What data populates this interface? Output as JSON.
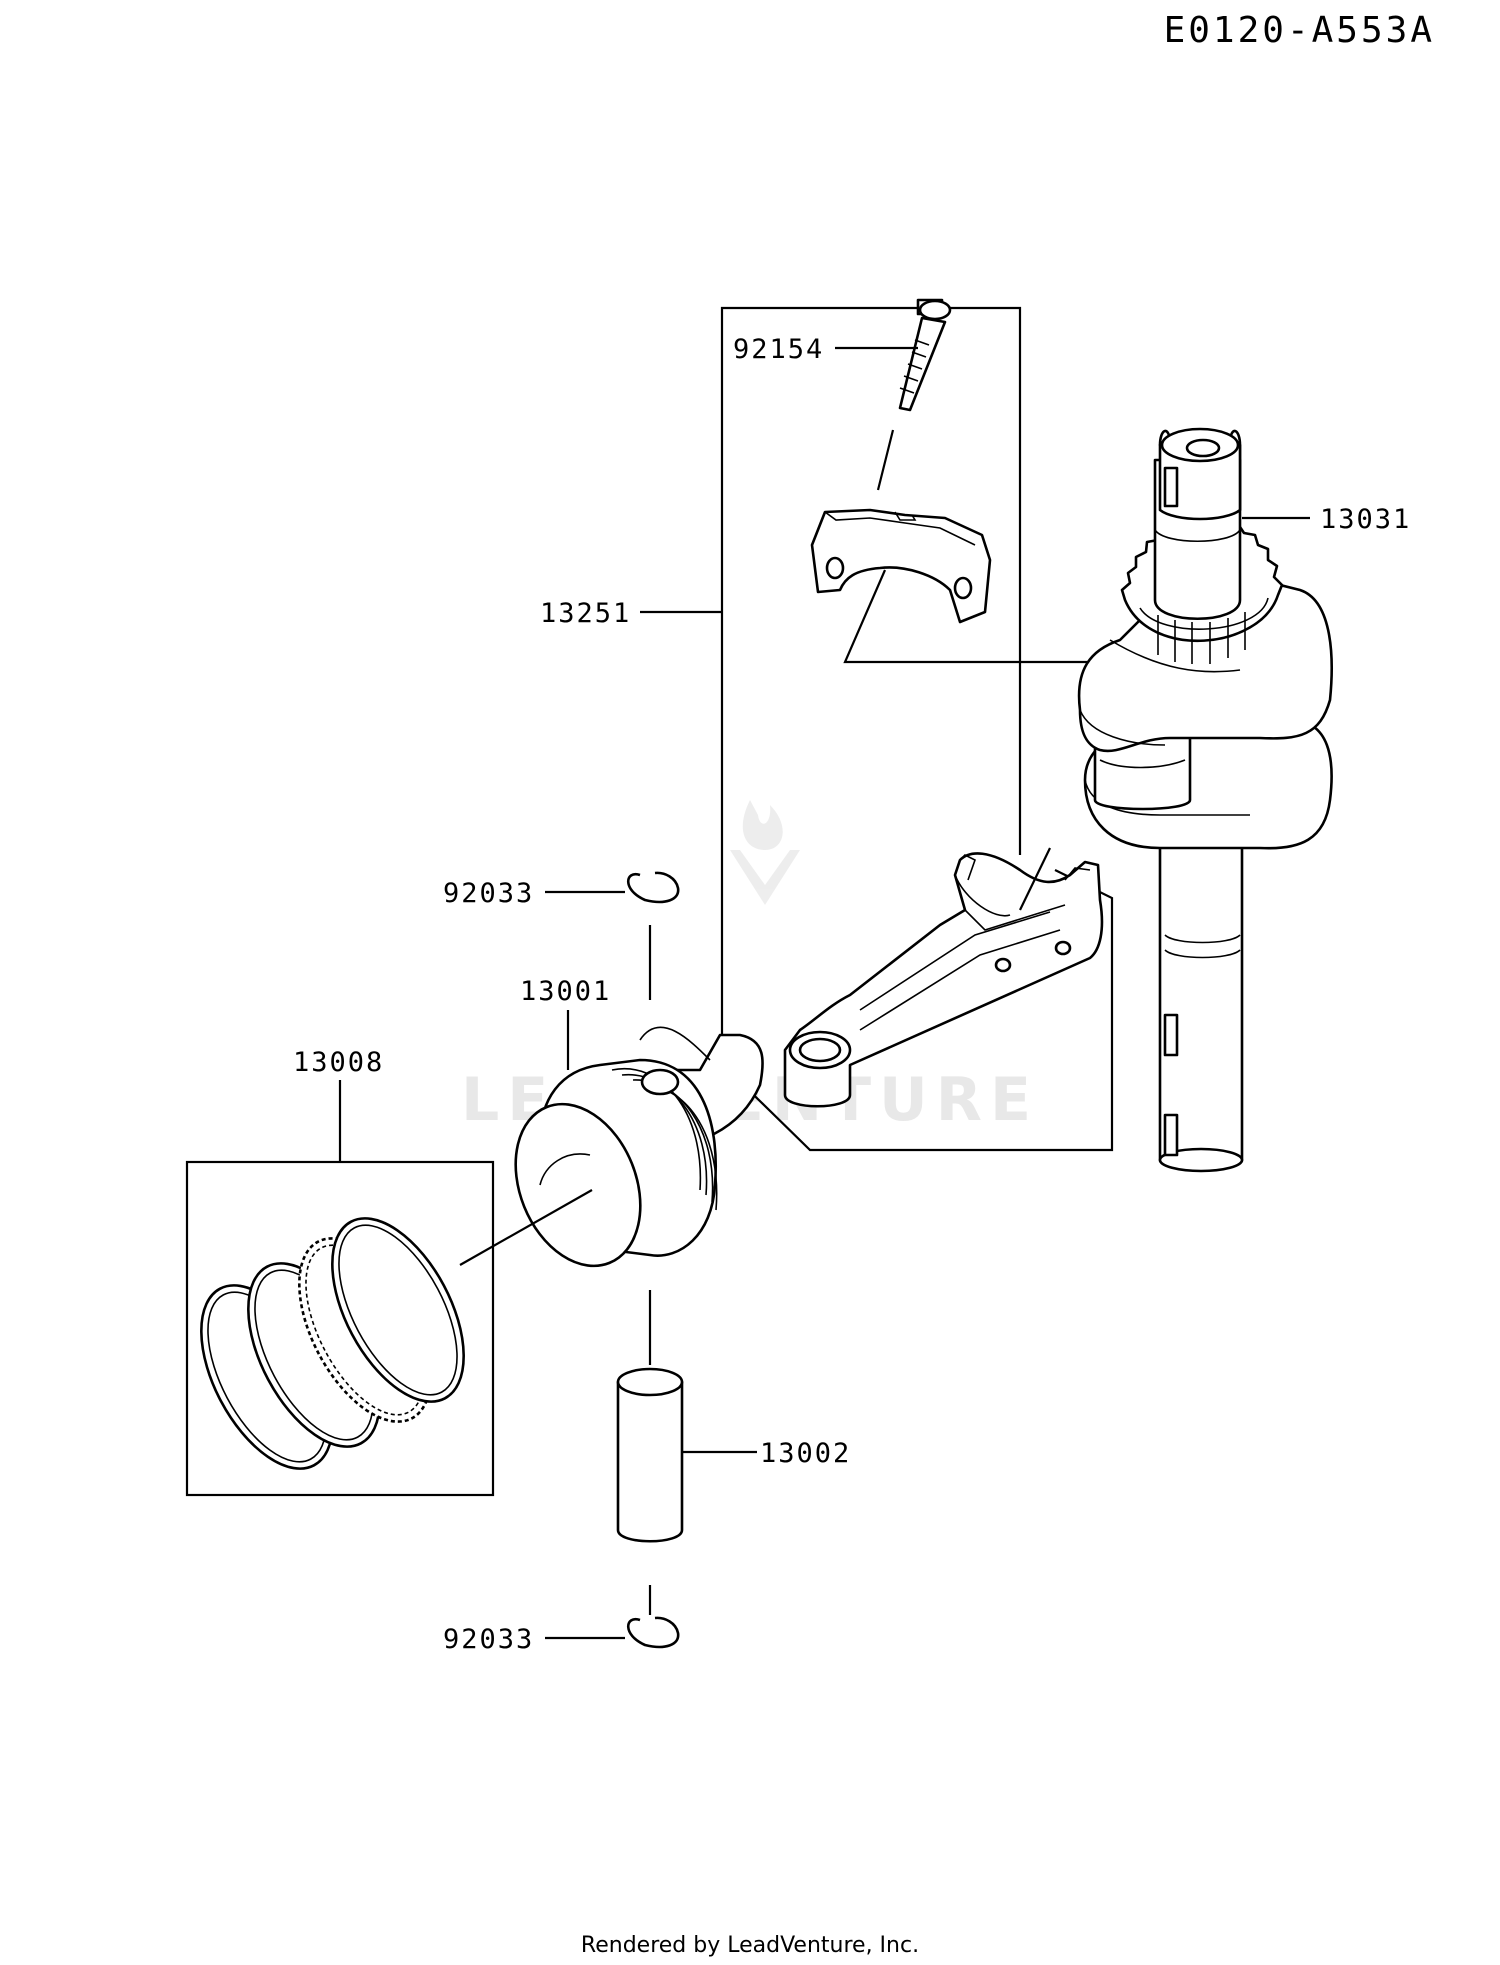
{
  "diagram_id": "E0120-A553A",
  "footer": "Rendered by LeadVenture, Inc.",
  "watermark": "LEADVENTURE",
  "parts": {
    "bolt": "92154",
    "crankshaft": "13031",
    "connecting_rod_assy": "13251",
    "circlip_top": "92033",
    "piston": "13001",
    "ring_set": "13008",
    "piston_pin": "13002",
    "circlip_bottom": "92033"
  }
}
